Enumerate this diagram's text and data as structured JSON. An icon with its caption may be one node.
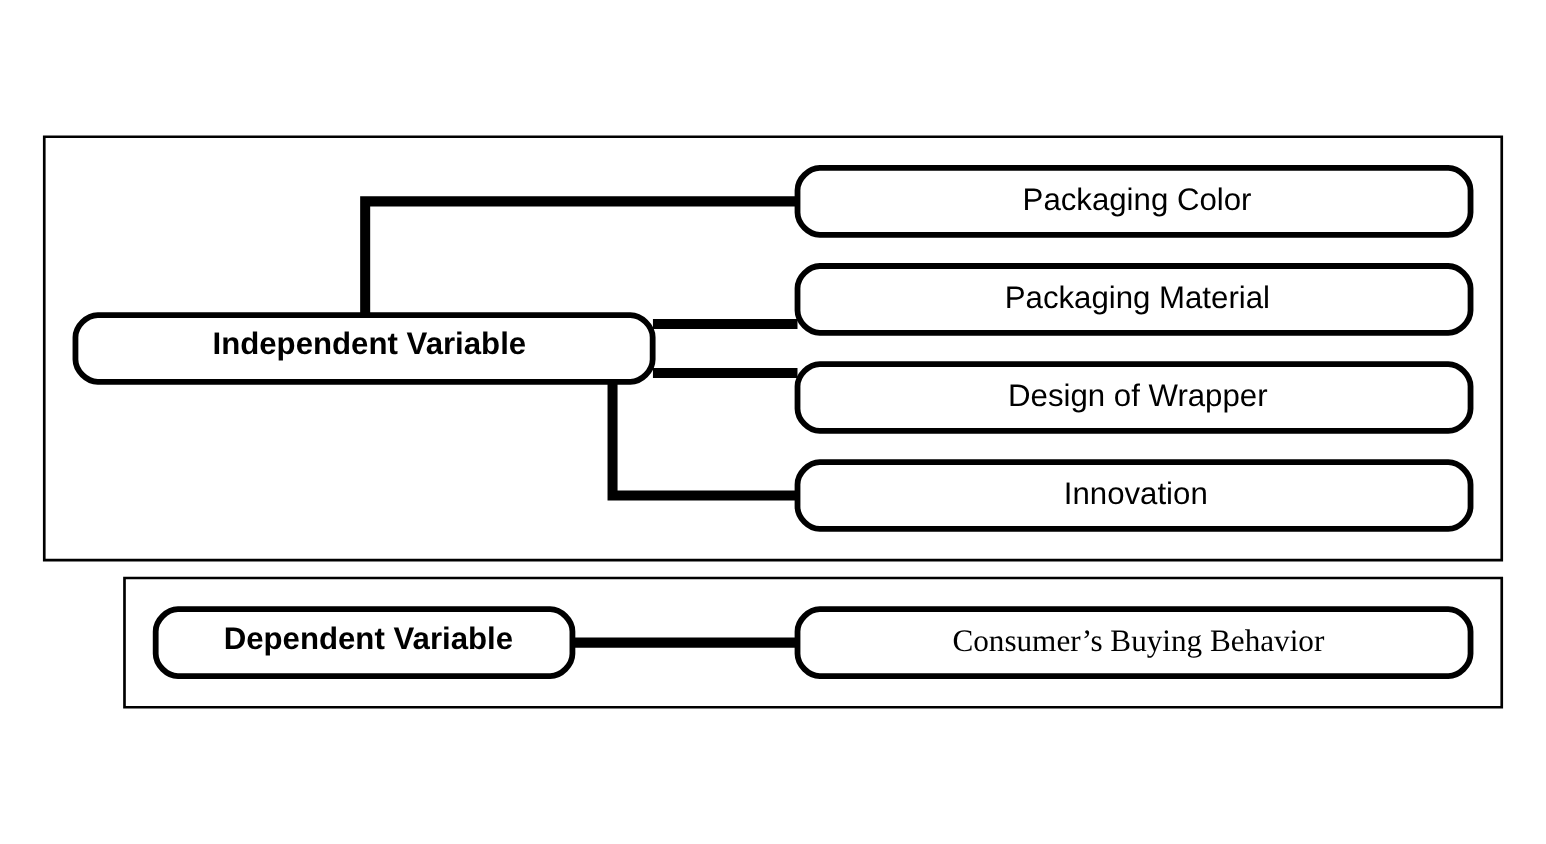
{
  "diagram": {
    "nodes": [
      {
        "text": [],
        "shape": "box"
      },
      {
        "text": [
          "Independent Variable"
        ],
        "in": 0
      },
      {
        "text": [
          "Packaging Color"
        ],
        "in": 0
      },
      {
        "text": [
          "Packaging Material"
        ],
        "in": 0
      },
      {
        "text": [
          "Design of Wrapper"
        ],
        "in": 0
      },
      {
        "text": [
          "Innovation"
        ],
        "in": 0
      },
      {
        "text": [],
        "shape": "box"
      },
      {
        "text": [
          "Dependent Variable"
        ],
        "in": 6
      },
      {
        "text": [
          "Consumer’s Buying Behavior"
        ],
        "in": 6
      }
    ],
    "edges": [
      {
        "from": 1,
        "to": 2,
        "arrow": "none"
      },
      {
        "from": 1,
        "to": 3,
        "arrow": "none"
      },
      {
        "from": 1,
        "to": 4,
        "arrow": "none"
      },
      {
        "from": 1,
        "to": 5,
        "arrow": "none"
      },
      {
        "from": 7,
        "to": 8,
        "arrow": "none"
      }
    ]
  }
}
